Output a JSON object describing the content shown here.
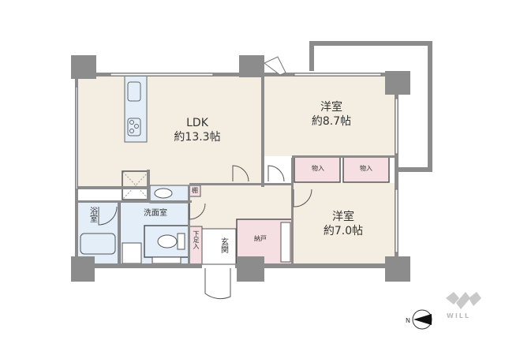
{
  "floorplan": {
    "rooms": [
      {
        "id": "ldk",
        "name": "LDK",
        "size": "約13.3帖"
      },
      {
        "id": "western-room-1",
        "name": "洋室",
        "size": "約8.7帖"
      },
      {
        "id": "western-room-2",
        "name": "洋室",
        "size": "約7.0帖"
      },
      {
        "id": "closet-1",
        "name": "物入"
      },
      {
        "id": "closet-2",
        "name": "物入"
      },
      {
        "id": "storage",
        "name": "納戸"
      },
      {
        "id": "bath",
        "name": "浴室"
      },
      {
        "id": "washroom",
        "name": "洗面室"
      },
      {
        "id": "entrance",
        "name": "玄関"
      },
      {
        "id": "shoe-box",
        "name": "下足入"
      },
      {
        "id": "shelf",
        "name": "棚"
      }
    ],
    "colors": {
      "wall": "#8c8c8c",
      "floor": "#f3ede2",
      "wet_area": "#e3eef8",
      "storage": "#f6dfe3",
      "outline": "#555555"
    }
  },
  "compass": {
    "north_label": "N"
  },
  "brand": {
    "logo_text": "WILL"
  }
}
